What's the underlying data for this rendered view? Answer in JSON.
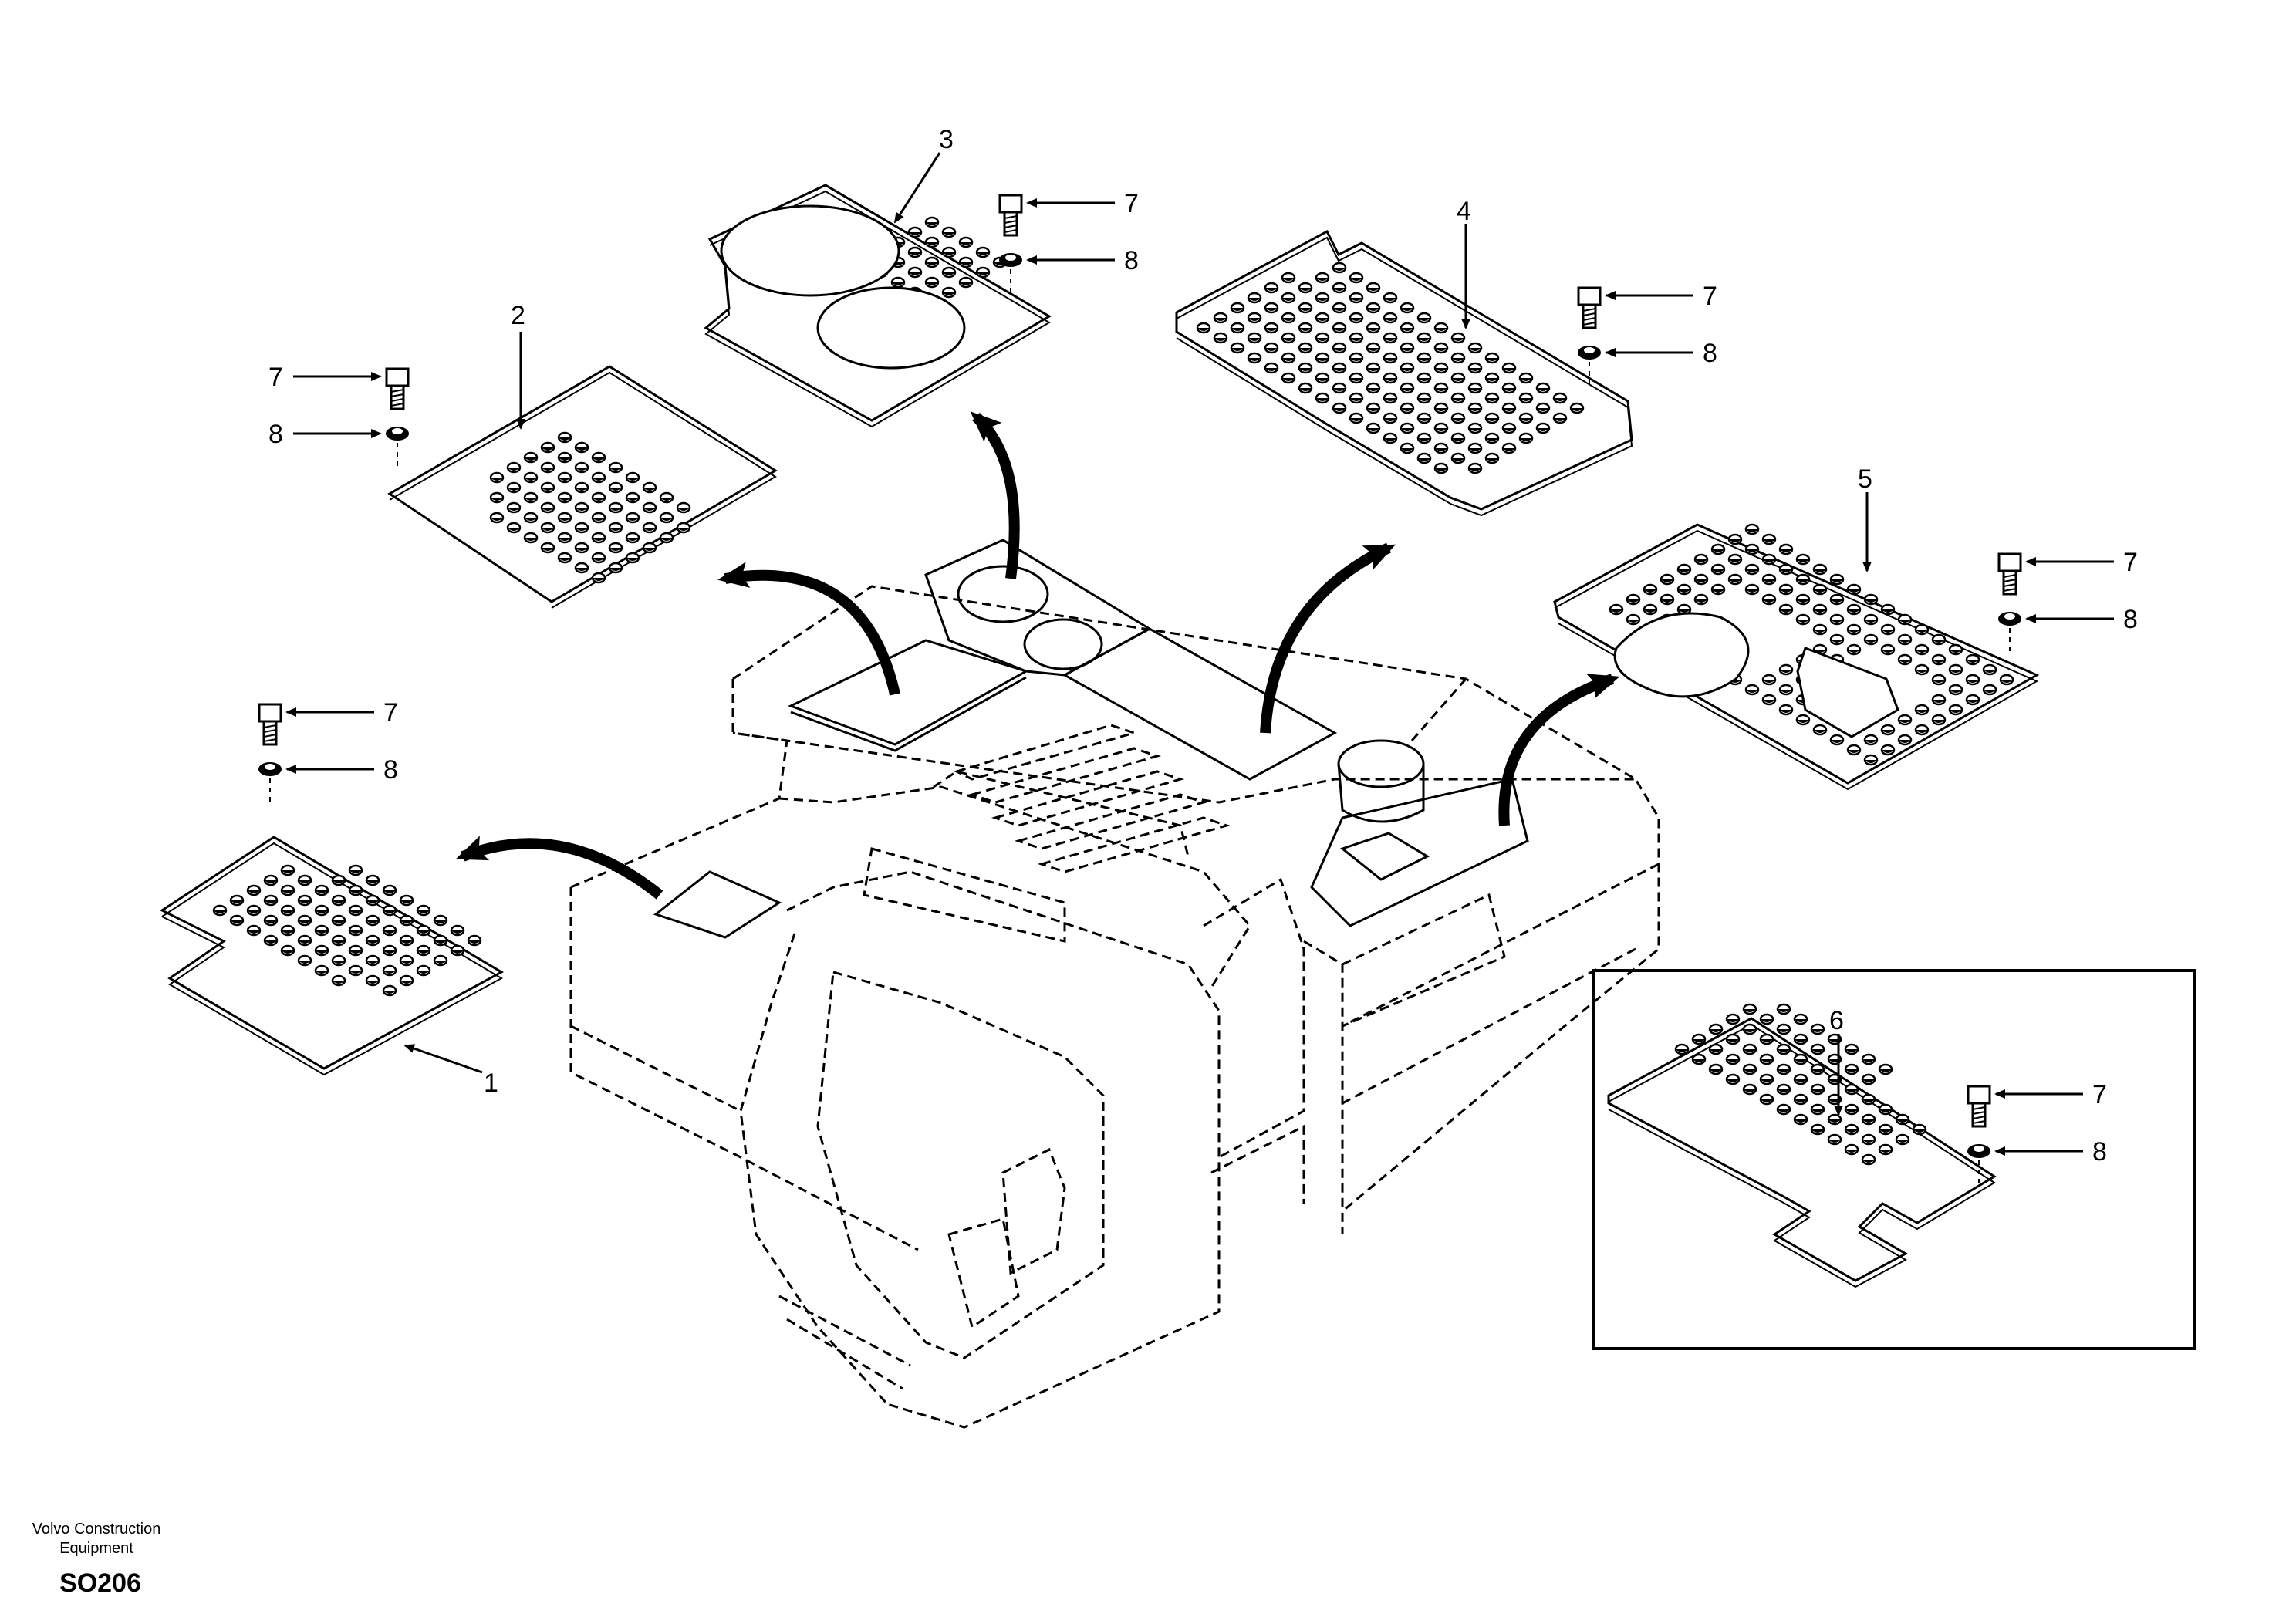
{
  "diagram": {
    "parts": [
      {
        "label": "1",
        "item": "plate"
      },
      {
        "label": "2",
        "item": "plate"
      },
      {
        "label": "3",
        "item": "plate"
      },
      {
        "label": "4",
        "item": "plate"
      },
      {
        "label": "5",
        "item": "plate"
      },
      {
        "label": "6",
        "item": "plate"
      },
      {
        "label": "7",
        "item": "screw"
      },
      {
        "label": "8",
        "item": "washer"
      }
    ],
    "callouts": {
      "p1": "1",
      "p2": "2",
      "p3": "3",
      "p4": "4",
      "p5": "5",
      "p6": "6",
      "screw": "7",
      "washer": "8"
    }
  },
  "footer": {
    "company_line1": "Volvo Construction",
    "company_line2": "Equipment",
    "code": "SO206"
  },
  "colors": {
    "ink": "#000000",
    "paper": "#ffffff"
  }
}
